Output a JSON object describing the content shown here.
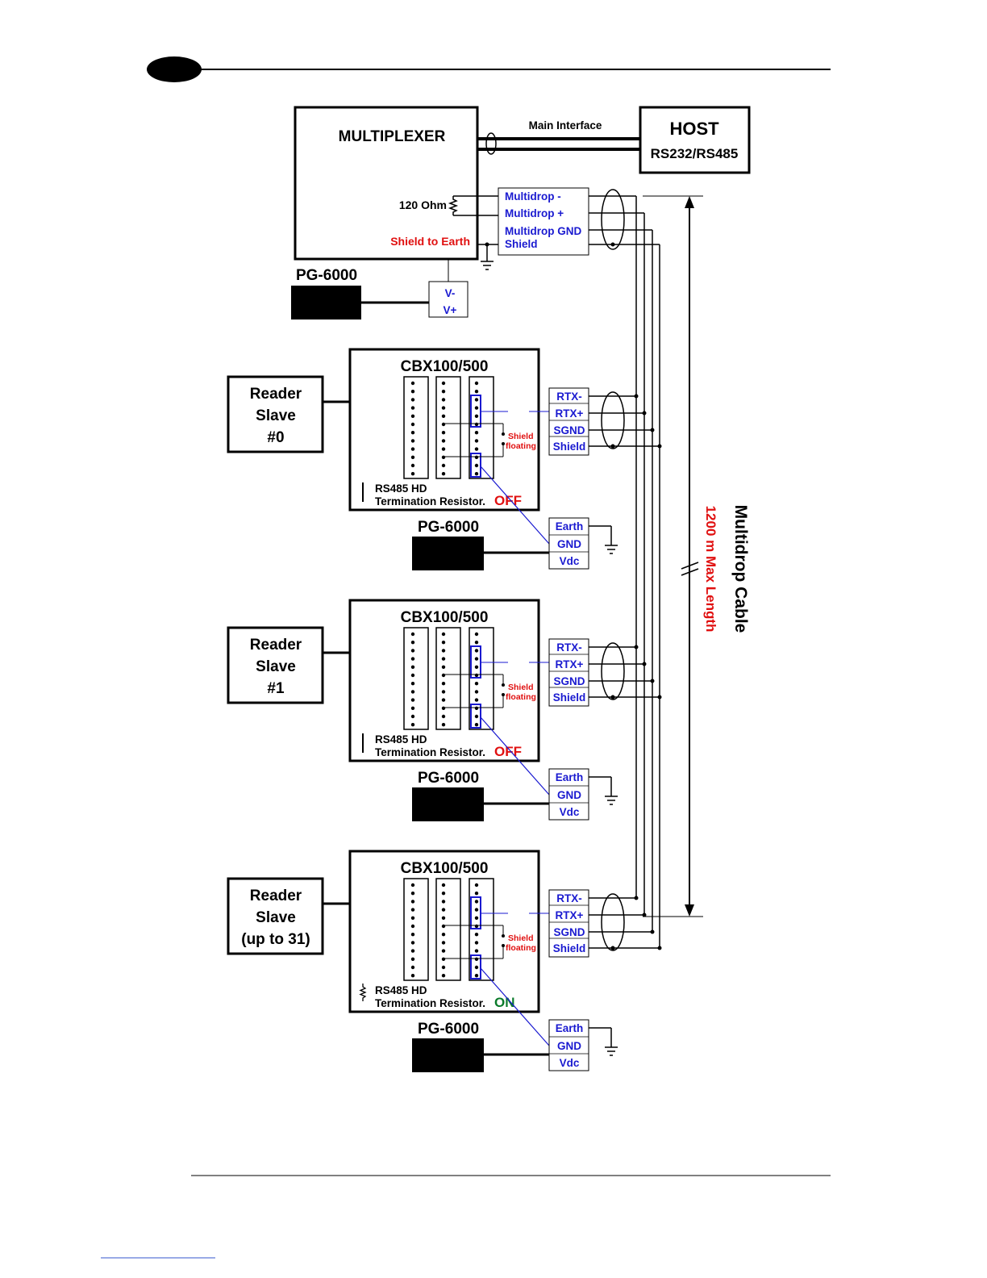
{
  "multiplexer": {
    "title": "MULTIPLEXER",
    "resistor_label": "120 Ohm",
    "shield_label": "Shield to Earth",
    "terminals": [
      "Multidrop -",
      "Multidrop +",
      "Multidrop GND",
      "Shield"
    ]
  },
  "host": {
    "title": "HOST",
    "subtitle": "RS232/RS485",
    "interface_label": "Main Interface"
  },
  "mux_power": {
    "label": "PG-6000",
    "terminals": [
      "V-",
      "V+"
    ]
  },
  "cable": {
    "name": "Multidrop Cable",
    "length": "1200 m Max Length"
  },
  "slaves": [
    {
      "reader_lines": [
        "Reader",
        "Slave",
        "#0"
      ],
      "cbx_title": "CBX100/500",
      "shield_lines": [
        "Shield",
        "floating"
      ],
      "term_line1": "RS485 HD",
      "term_line2": "Termination Resistor.",
      "term_state": "OFF",
      "term_color": "#e01010",
      "bus_terminals": [
        "RTX-",
        "RTX+",
        "SGND",
        "Shield"
      ],
      "power_label": "PG-6000",
      "power_terminals": [
        "Earth",
        "GND",
        "Vdc"
      ]
    },
    {
      "reader_lines": [
        "Reader",
        "Slave",
        "#1"
      ],
      "cbx_title": "CBX100/500",
      "shield_lines": [
        "Shield",
        "floating"
      ],
      "term_line1": "RS485 HD",
      "term_line2": "Termination Resistor.",
      "term_state": "OFF",
      "term_color": "#e01010",
      "bus_terminals": [
        "RTX-",
        "RTX+",
        "SGND",
        "Shield"
      ],
      "power_label": "PG-6000",
      "power_terminals": [
        "Earth",
        "GND",
        "Vdc"
      ]
    },
    {
      "reader_lines": [
        "Reader",
        "Slave",
        "(up to 31)"
      ],
      "cbx_title": "CBX100/500",
      "shield_lines": [
        "Shield",
        "floating"
      ],
      "term_line1": "RS485 HD",
      "term_line2": "Termination Resistor.",
      "term_state": "ON",
      "term_color": "#0a7a2a",
      "bus_terminals": [
        "RTX-",
        "RTX+",
        "SGND",
        "Shield"
      ],
      "power_label": "PG-6000",
      "power_terminals": [
        "Earth",
        "GND",
        "Vdc"
      ]
    }
  ],
  "colors": {
    "terminal_text": "#1a1ad0",
    "warning_text": "#e01010",
    "on_text": "#0a7a2a"
  }
}
